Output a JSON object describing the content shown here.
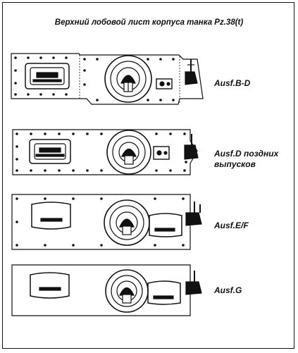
{
  "title": "Верхний лобовой лист корпуса танка Pz.38(t)",
  "plates": [
    {
      "label": "Ausf.B-D",
      "label2": ""
    },
    {
      "label": "Ausf.D поздних",
      "label2": "выпусков"
    },
    {
      "label": "Ausf.E/F",
      "label2": ""
    },
    {
      "label": "Ausf.G",
      "label2": ""
    }
  ],
  "colors": {
    "ink": "#111111",
    "paper": "#ffffff"
  }
}
